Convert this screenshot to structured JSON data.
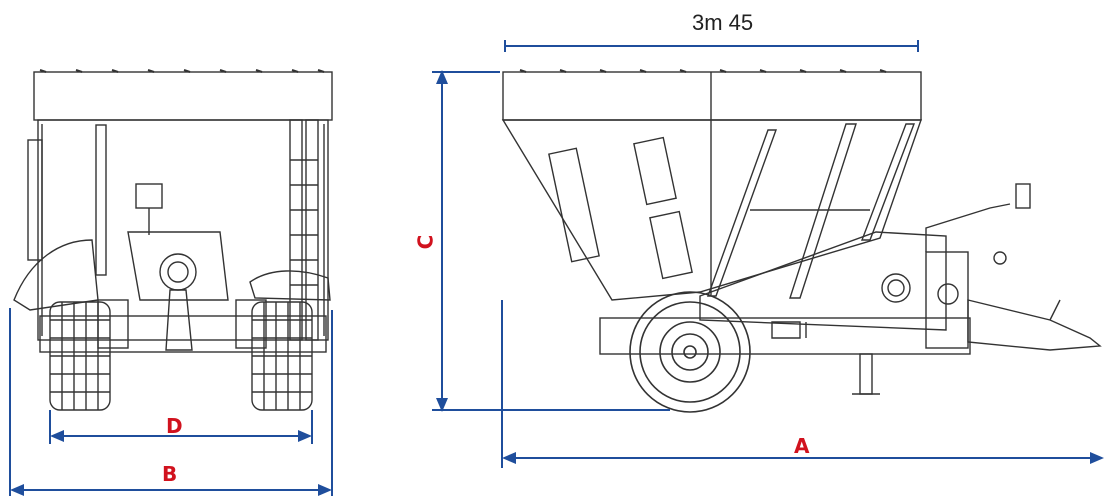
{
  "dimensions": {
    "top_length": "3m 45",
    "A": "A",
    "B": "B",
    "C": "C",
    "D": "D"
  },
  "colors": {
    "line": "#1f4e9c",
    "label": "#d1121e",
    "drawing": "#333333"
  }
}
